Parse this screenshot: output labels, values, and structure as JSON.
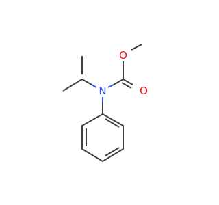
{
  "molecule": {
    "atoms": [
      {
        "id": "oxygen-methoxy",
        "label": "O",
        "color": "#ff0d0d"
      },
      {
        "id": "oxygen-carbonyl",
        "label": "O",
        "color": "#ff0d0d"
      },
      {
        "id": "nitrogen",
        "label": "N",
        "color": "#3050f8"
      }
    ],
    "bond_color": "#404040"
  }
}
